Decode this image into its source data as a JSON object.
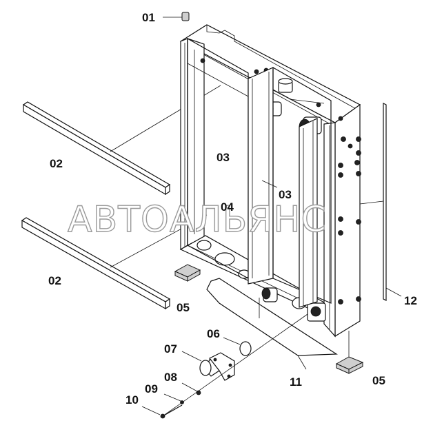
{
  "watermark": "АВТОАЛЬЯНС",
  "callouts": [
    {
      "id": "01",
      "text": "01"
    },
    {
      "id": "02a",
      "text": "02"
    },
    {
      "id": "02b",
      "text": "02"
    },
    {
      "id": "03a",
      "text": "03"
    },
    {
      "id": "03b",
      "text": "03"
    },
    {
      "id": "04",
      "text": "04"
    },
    {
      "id": "05a",
      "text": "05"
    },
    {
      "id": "05b",
      "text": "05"
    },
    {
      "id": "06",
      "text": "06"
    },
    {
      "id": "07",
      "text": "07"
    },
    {
      "id": "08",
      "text": "08"
    },
    {
      "id": "09",
      "text": "09"
    },
    {
      "id": "10",
      "text": "10"
    },
    {
      "id": "11",
      "text": "11"
    },
    {
      "id": "12",
      "text": "12"
    }
  ]
}
